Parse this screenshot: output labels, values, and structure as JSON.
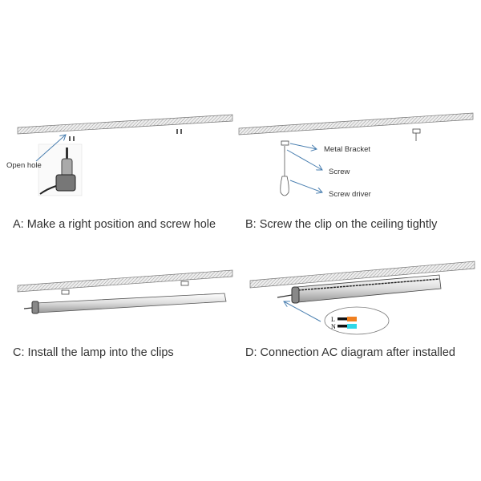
{
  "steps": [
    {
      "caption": "A: Make a right position and screw hole",
      "labels": [
        "Open hole"
      ]
    },
    {
      "caption": "B: Screw the clip on the ceiling tightly",
      "labels": [
        "Metal Bracket",
        "Screw",
        "Screw driver"
      ]
    },
    {
      "caption": "C: Install the lamp into the clips",
      "labels": []
    },
    {
      "caption": "D: Connection AC diagram after installed",
      "labels": []
    }
  ],
  "wiring": {
    "live": "L",
    "neutral": "N",
    "live_color": "#f08020",
    "neutral_color": "#30d8e8"
  },
  "colors": {
    "arrow": "#4a7fb0",
    "text": "#333333"
  }
}
